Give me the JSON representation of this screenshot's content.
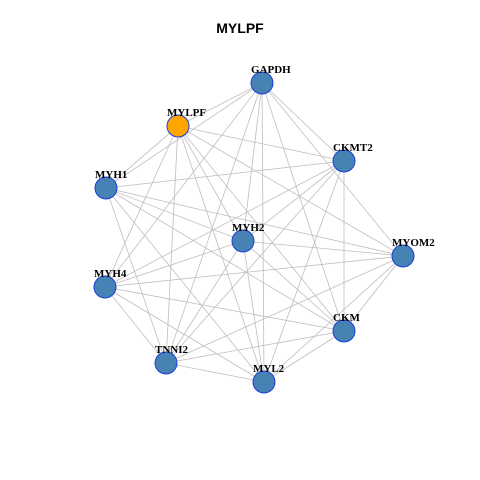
{
  "title": "MYLPF",
  "style": {
    "node_color": "#4682B4",
    "highlight_color": "#FFA500",
    "node_border": "#1C3FD8",
    "edge_color": "#BEBEBE"
  },
  "nodes": [
    {
      "id": "GAPDH",
      "label": "GAPDH",
      "highlight": false
    },
    {
      "id": "MYLPF",
      "label": "MYLPF",
      "highlight": true
    },
    {
      "id": "CKMT2",
      "label": "CKMT2",
      "highlight": false
    },
    {
      "id": "MYH1",
      "label": "MYH1",
      "highlight": false
    },
    {
      "id": "MYH2",
      "label": "MYH2",
      "highlight": false
    },
    {
      "id": "MYOM2",
      "label": "MYOM2",
      "highlight": false
    },
    {
      "id": "MYH4",
      "label": "MYH4",
      "highlight": false
    },
    {
      "id": "CKM",
      "label": "CKM",
      "highlight": false
    },
    {
      "id": "TNNI2",
      "label": "TNNI2",
      "highlight": false
    },
    {
      "id": "MYL2",
      "label": "MYL2",
      "highlight": false
    }
  ],
  "edges": [
    [
      "GAPDH",
      "MYLPF"
    ],
    [
      "GAPDH",
      "CKMT2"
    ],
    [
      "GAPDH",
      "MYH1"
    ],
    [
      "GAPDH",
      "MYH2"
    ],
    [
      "GAPDH",
      "MYOM2"
    ],
    [
      "GAPDH",
      "MYH4"
    ],
    [
      "GAPDH",
      "CKM"
    ],
    [
      "GAPDH",
      "TNNI2"
    ],
    [
      "GAPDH",
      "MYL2"
    ],
    [
      "MYLPF",
      "CKMT2"
    ],
    [
      "MYLPF",
      "MYH1"
    ],
    [
      "MYLPF",
      "MYH2"
    ],
    [
      "MYLPF",
      "MYOM2"
    ],
    [
      "MYLPF",
      "MYH4"
    ],
    [
      "MYLPF",
      "CKM"
    ],
    [
      "MYLPF",
      "TNNI2"
    ],
    [
      "MYLPF",
      "MYL2"
    ],
    [
      "CKMT2",
      "MYH1"
    ],
    [
      "CKMT2",
      "MYH2"
    ],
    [
      "CKMT2",
      "MYH4"
    ],
    [
      "CKMT2",
      "CKM"
    ],
    [
      "CKMT2",
      "TNNI2"
    ],
    [
      "CKMT2",
      "MYL2"
    ],
    [
      "MYH1",
      "MYH2"
    ],
    [
      "MYH1",
      "MYOM2"
    ],
    [
      "MYH1",
      "CKM"
    ],
    [
      "MYH1",
      "TNNI2"
    ],
    [
      "MYH1",
      "MYL2"
    ],
    [
      "MYH2",
      "MYOM2"
    ],
    [
      "MYH2",
      "MYH4"
    ],
    [
      "MYH2",
      "CKM"
    ],
    [
      "MYH2",
      "TNNI2"
    ],
    [
      "MYH2",
      "MYL2"
    ],
    [
      "MYOM2",
      "MYH4"
    ],
    [
      "MYOM2",
      "CKM"
    ],
    [
      "MYOM2",
      "TNNI2"
    ],
    [
      "MYOM2",
      "MYL2"
    ],
    [
      "MYH4",
      "CKM"
    ],
    [
      "MYH4",
      "TNNI2"
    ],
    [
      "MYH4",
      "MYL2"
    ],
    [
      "CKM",
      "TNNI2"
    ],
    [
      "CKM",
      "MYL2"
    ],
    [
      "TNNI2",
      "MYL2"
    ]
  ]
}
